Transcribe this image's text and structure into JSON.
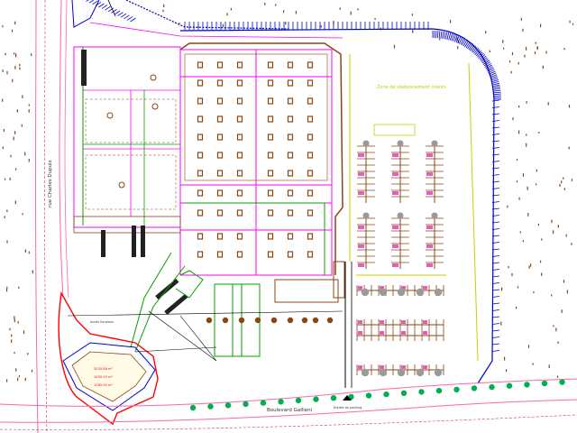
{
  "labels": {
    "street_west": "rue Charles Dupuis",
    "street_south": "Boulevard Gallieni",
    "parking_note": "Zone de stationnement clients",
    "kiosk_lines": [
      "2035.88 m²",
      "1050.00 m²",
      "1065.00 m²"
    ],
    "south_note": "Entrée du parking",
    "access_note": "Accès livraison"
  },
  "colors": {
    "wall": "#ff00ff",
    "structure": "#8b4513",
    "vegetation": "#00a000",
    "boundary": "#ff0000",
    "parking_hatch": "#0000cc",
    "note_text": "#cccc00",
    "road_edge": "#ff66aa",
    "trees": "#00b050"
  }
}
